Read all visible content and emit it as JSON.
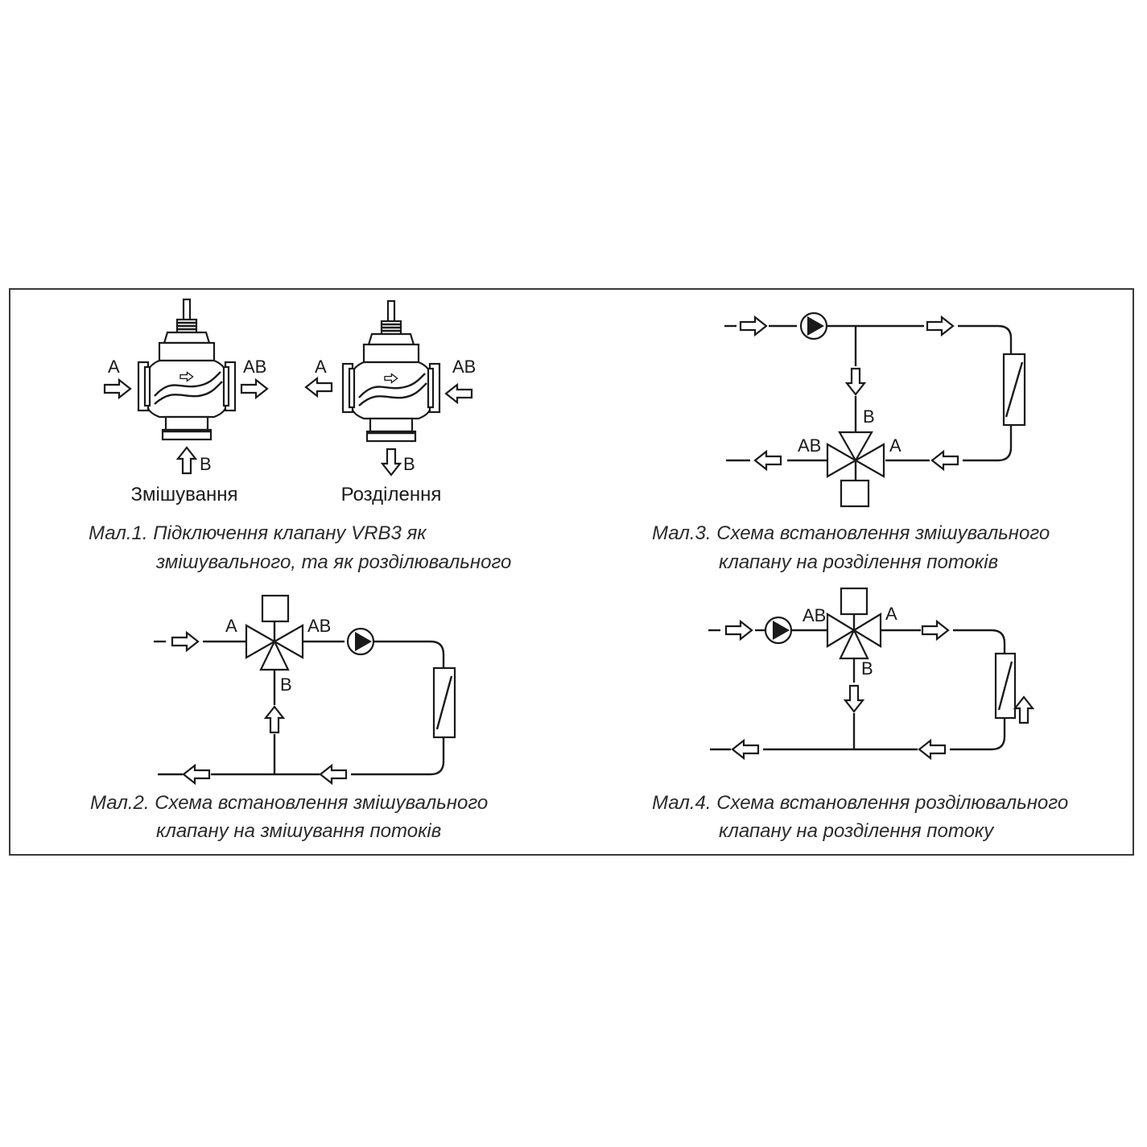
{
  "fig1": {
    "mix_label": "Змішування",
    "split_label": "Розділення",
    "port_a": "A",
    "port_ab": "AB",
    "port_b": "B",
    "caption_line1": "Мал.1. Підключення клапану VRB3 як",
    "caption_line2": "змішувального, та як розділювального"
  },
  "fig2": {
    "port_a": "A",
    "port_ab": "AB",
    "port_b": "B",
    "caption_line1": "Мал.2. Схема встановлення змішувального",
    "caption_line2": "клапану на змішування потоків"
  },
  "fig3": {
    "port_a": "A",
    "port_ab": "AB",
    "port_b": "B",
    "caption_line1": "Мал.3. Схема   встановлення   змішувального",
    "caption_line2": "клапану на розділення потоків"
  },
  "fig4": {
    "port_a": "A",
    "port_ab": "AB",
    "port_b": "B",
    "caption_line1": "Мал.4. Схема встановлення розділювального",
    "caption_line2": "клапану на розділення потоку"
  }
}
